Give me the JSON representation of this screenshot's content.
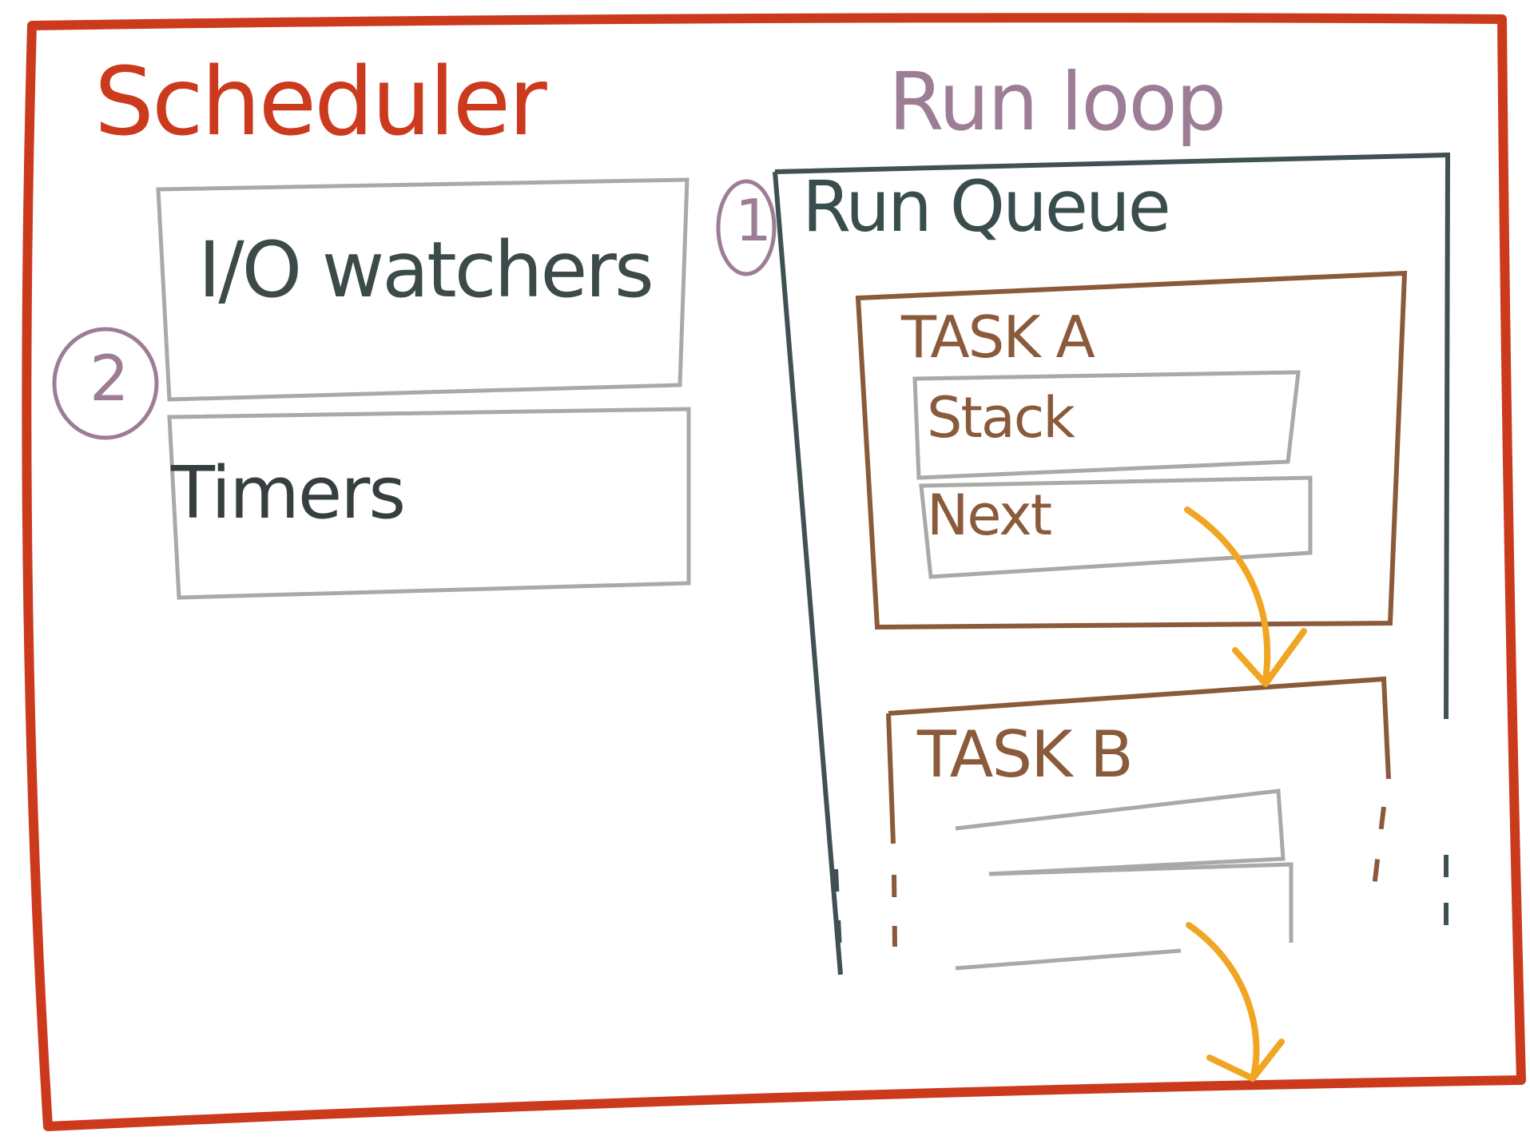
{
  "diagram": {
    "scheduler": {
      "title": "Scheduler",
      "color": "#cc3a1e",
      "io_watchers": {
        "label": "I/O watchers",
        "order_marker": "2"
      },
      "timers": {
        "label": "Timers"
      }
    },
    "run_loop": {
      "title": "Run loop",
      "color": "#9d7d95",
      "run_queue": {
        "label": "Run Queue",
        "order_marker": "1",
        "color": "#3a4d4d",
        "tasks": [
          {
            "label": "TASK A",
            "fields": [
              "Stack",
              "Next"
            ],
            "color": "#8a5a3a"
          },
          {
            "label": "TASK B",
            "fields": [
              "",
              ""
            ],
            "color": "#8a5a3a"
          }
        ]
      }
    },
    "arrow_color": "#f0a623",
    "box_gray": "#a9a9a5",
    "queue_color": "#3f5152"
  }
}
